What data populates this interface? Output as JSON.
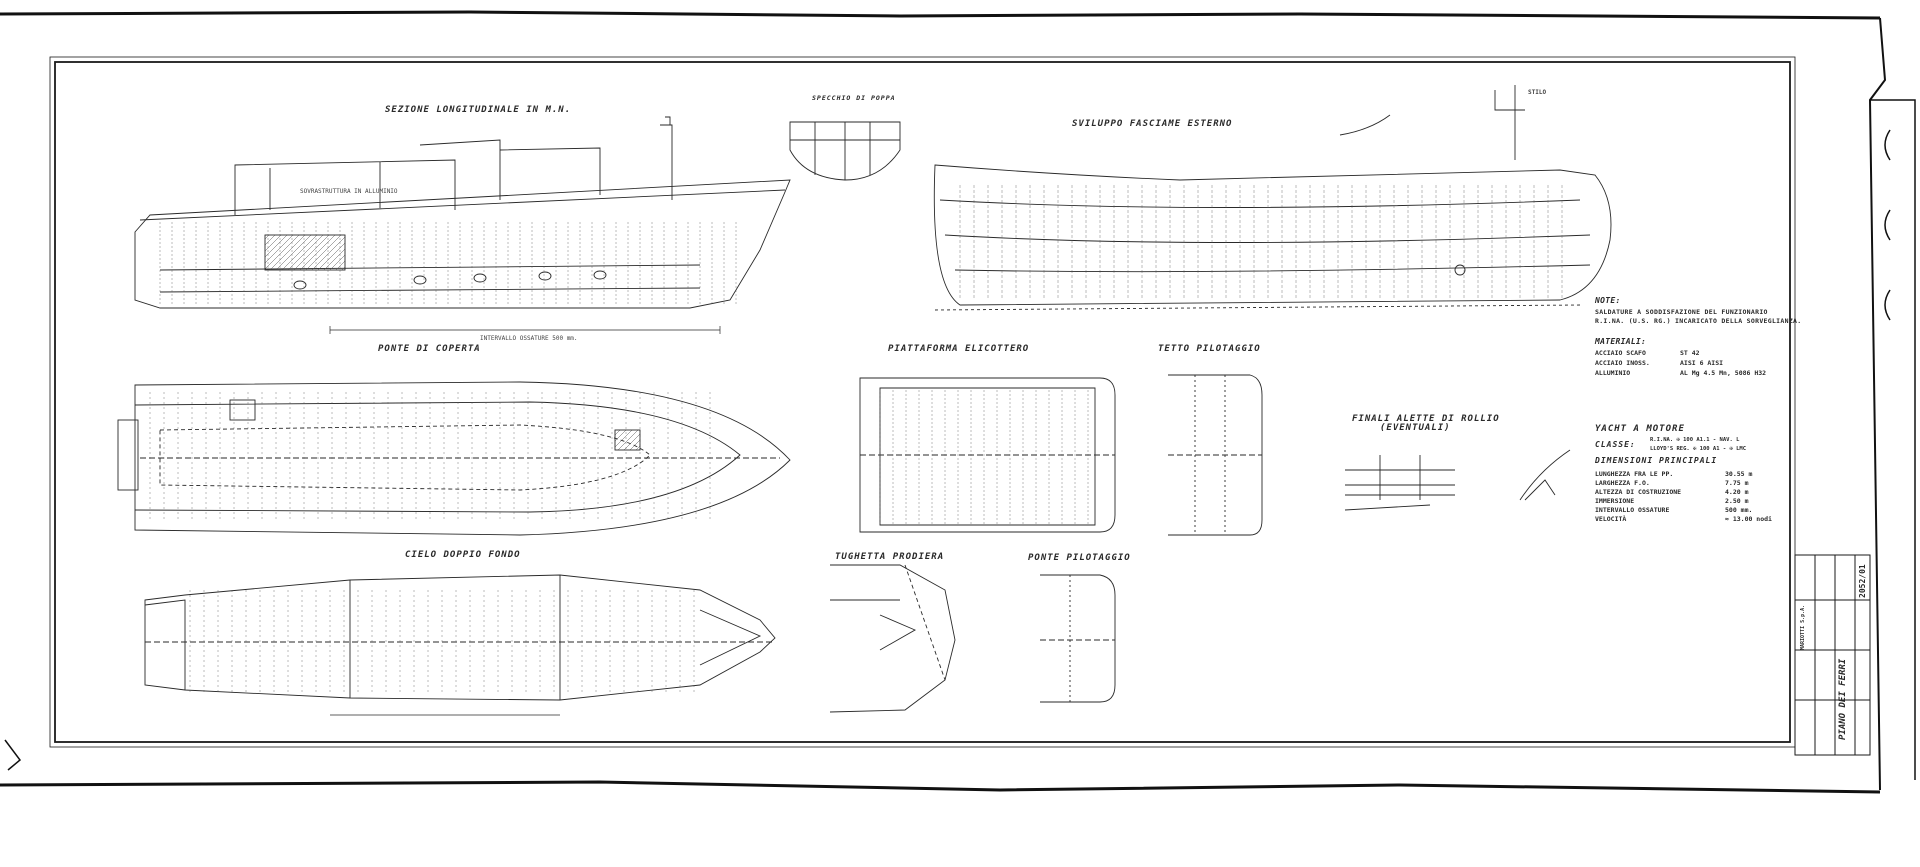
{
  "sections": {
    "longitudinal": "SEZIONE LONGITUDINALE IN M.N.",
    "stern_mirror": "SPECCHIO DI POPPA",
    "shell_expansion": "SVILUPPO FASCIAME ESTERNO",
    "main_deck": "PONTE DI COPERTA",
    "helideck": "PIATTAFORMA ELICOTTERO",
    "wheelhouse_roof": "TETTO PILOTAGGIO",
    "bilge_keels_line1": "FINALI ALETTE DI ROLLIO",
    "bilge_keels_line2": "(EVENTUALI)",
    "double_bottom": "CIELO DOPPIO FONDO",
    "forecastle": "TUGHETTA PRODIERA",
    "wheelhouse_deck": "PONTE PILOTAGGIO"
  },
  "labels": {
    "frame_spacing": "INTERVALLO OSSATURE 500 mm.",
    "stilo": "STILO",
    "alluminio_sovrastruttura": "SOVRASTRUTTURA IN ALLUMINIO"
  },
  "notes": {
    "heading": "NOTE:",
    "line1": "SALDATURE A SODDISFAZIONE DEL FUNZIONARIO",
    "line2": "R.I.NA. (U.S. RG.) INCARICATO DELLA SORVEGLIANZA."
  },
  "materials": {
    "heading": "MATERIALI:",
    "rows": [
      {
        "k": "ACCIAIO SCAFO",
        "v": "ST 42"
      },
      {
        "k": "ACCIAIO INOSS.",
        "v": "AISI 6 AISI"
      },
      {
        "k": "ALLUMINIO",
        "v": "AL Mg 4.5 Mn, 5086 H32"
      }
    ]
  },
  "vessel": {
    "type": "YACHT A MOTORE",
    "class_label": "CLASSE:",
    "class_line1": "R.I.NA. ✠ 100 A1.1 - NAV. L",
    "class_line2": "LLOYD'S REG. ✠ 100 A1 - ✠ LMC",
    "dims_heading": "DIMENSIONI PRINCIPALI",
    "dims": [
      {
        "k": "LUNGHEZZA FRA LE PP.",
        "v": "30.55 m"
      },
      {
        "k": "LARGHEZZA F.O.",
        "v": "7.75 m"
      },
      {
        "k": "ALTEZZA DI COSTRUZIONE",
        "v": "4.20 m"
      },
      {
        "k": "IMMERSIONE",
        "v": "2.50 m"
      },
      {
        "k": "INTERVALLO OSSATURE",
        "v": "500 mm."
      },
      {
        "k": "VELOCITÀ",
        "v": "≈ 13.00 nodi"
      }
    ]
  },
  "title_block": {
    "company": "MARIOTTI S.p.A.",
    "drawing_title": "PIANO DEI FERRI",
    "number": "2052/01"
  },
  "colors": {
    "ink": "#2a2a2a",
    "paper": "#ffffff",
    "border": "#1a1a1a"
  }
}
